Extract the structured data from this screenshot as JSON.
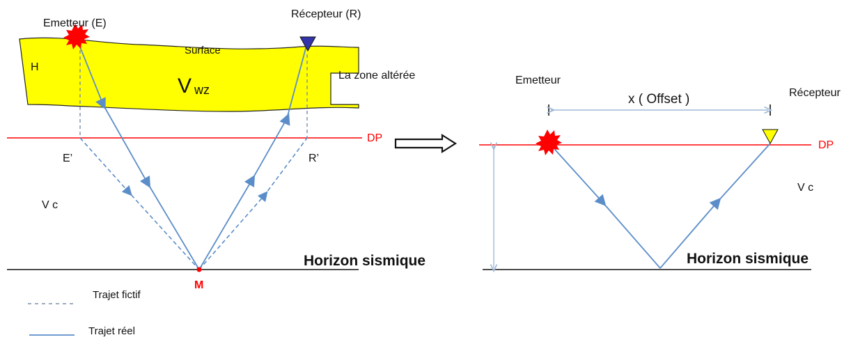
{
  "left_panel": {
    "emitter_label": "Emetteur (E)",
    "receiver_label": "Récepteur (R)",
    "surface_label": "Surface",
    "h_label": "H",
    "v_main": "V",
    "v_sub": "wz",
    "weathered_zone_label": "La zone altérée",
    "dp_label": "DP",
    "e_prime_label": "E’",
    "r_prime_label": "R’",
    "vc_label": "V c",
    "horizon_label": "Horizon sismique",
    "m_label": "M"
  },
  "right_panel": {
    "emitter_label": "Emetteur",
    "receiver_label": "Récepteur",
    "offset_label": "x ( Offset )",
    "dp_label": "DP",
    "vc_label": "V c",
    "horizon_label": "Horizon sismique"
  },
  "legend": {
    "fictive_path_label": "Trajet fictif",
    "real_path_label": "Trajet réel"
  },
  "colors": {
    "weathered_zone": "#ffff00",
    "ray": "#5b8dc8",
    "datum": "#ff0000",
    "emitter": "#ff0000",
    "receiver_left": "#3333aa",
    "receiver_right": "#ffff00",
    "offset_line": "#9fb8d6"
  }
}
